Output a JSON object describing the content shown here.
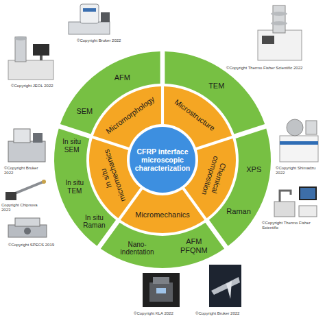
{
  "diagram": {
    "nodes": [
      {
        "text": [
          "CFRP interface microscopic characterization"
        ]
      },
      {
        "text": [
          "Micromorphology"
        ]
      },
      {
        "text": [
          "Microstructure"
        ]
      },
      {
        "text": [
          "Chemical composition"
        ]
      },
      {
        "text": [
          "Micromechanics"
        ]
      },
      {
        "text": [
          "In situ micromechanics"
        ]
      },
      {
        "text": [
          "AFM",
          "SEM"
        ]
      },
      {
        "text": [
          "TEM"
        ]
      },
      {
        "text": [
          "XPS",
          "Raman"
        ]
      },
      {
        "text": [
          "AFM PFQNM",
          "Nano- indentation"
        ]
      },
      {
        "text": [
          "In situ SEM",
          "In situ TEM",
          "In situ Raman"
        ]
      }
    ],
    "labels": [
      "©Copyright Bruker 2022",
      "©Copyright Thermo Fisher Scientific 2022",
      "©Copyright JEOL 2022",
      "©Copyright Bruker 2022",
      "©Copyright Shimadzu 2022",
      "Copyright Chipnova 2023",
      "©Copyright Thermo Fisher Scientific",
      "©Copyright SPECS 2019",
      "©Copyright KLA 2022",
      "©Copyright Bruker 2022"
    ]
  }
}
